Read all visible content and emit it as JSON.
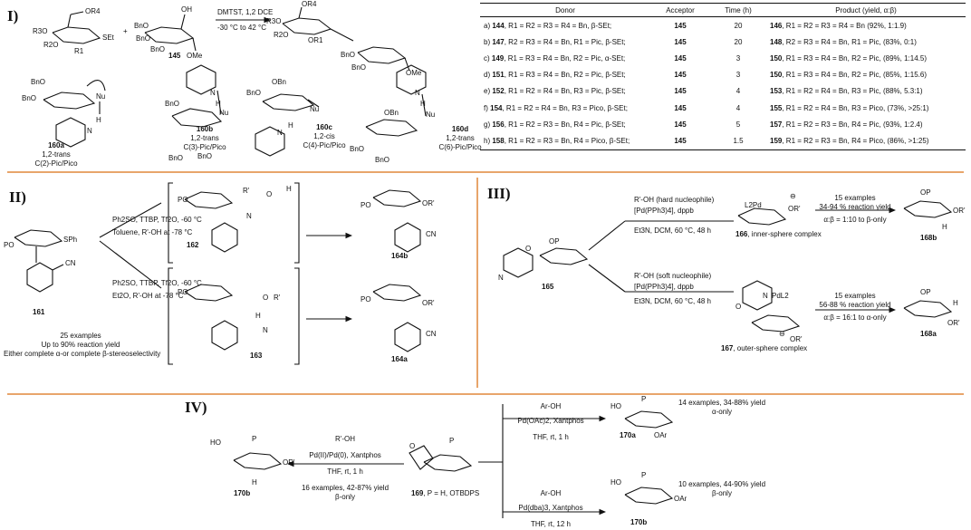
{
  "sections": {
    "s1": "I)",
    "s2": "II)",
    "s3": "III)",
    "s4": "IV)"
  },
  "colors": {
    "separator": "#e8a56b",
    "ink": "#111111"
  },
  "panel1": {
    "donor_labels": {
      "or4": "OR4",
      "r3o": "R3O",
      "r2o": "R2O",
      "r1": "R1",
      "set": "SEt"
    },
    "acceptor_labels": {
      "oh": "OH",
      "bno1": "BnO",
      "bno2": "BnO",
      "bno3": "BnO",
      "ome": "OMe",
      "id": "145"
    },
    "plus": "+",
    "conditions": "DMTST, 1,2 DCE",
    "temperature": "-30 °C to 42 °C",
    "product_labels": {
      "or4": "OR4",
      "r3o": "R3O",
      "r2o": "R2O",
      "or1": "OR1",
      "bno1": "BnO",
      "bno2": "BnO",
      "ome": "OMe"
    },
    "intermediates": [
      {
        "id": "160a",
        "sub1": "1,2-trans",
        "sub2": "C(2)-Pic/Pico"
      },
      {
        "id": "160b",
        "sub1": "1,2-trans",
        "sub2": "C(3)-Pic/Pico"
      },
      {
        "id": "160c",
        "sub1": "1,2-cis",
        "sub2": "C(4)-Pic/Pico"
      },
      {
        "id": "160d",
        "sub1": "1,2-trans",
        "sub2": "C(6)-Pic/Pico"
      }
    ],
    "intermediate_atoms": {
      "bno": "BnO",
      "obn": "OBn",
      "nu": "Nu",
      "h": "H",
      "n": "N"
    }
  },
  "table": {
    "headers": [
      "Donor",
      "Acceptor",
      "Time (h)",
      "Product (yield, α:β)"
    ],
    "rows": [
      {
        "tag": "a)",
        "id": "144",
        "donor": ", R1 = R2 = R3 = R4 = Bn, β-SEt;",
        "acceptor": "145",
        "time": "20",
        "pid": "146",
        "product": ", R1 = R2 = R3 = R4 = Bn (92%, 1:1.9)"
      },
      {
        "tag": "b)",
        "id": "147",
        "donor": ", R2 = R3 = R4 = Bn, R1 = Pic, β-SEt;",
        "acceptor": "145",
        "time": "20",
        "pid": "148",
        "product": ", R2 = R3 = R4 = Bn, R1 = Pic, (83%, 0:1)"
      },
      {
        "tag": "c)",
        "id": "149",
        "donor": ", R1 = R3 = R4 = Bn, R2 = Pic, α-SEt;",
        "acceptor": "145",
        "time": "3",
        "pid": "150",
        "product": ", R1 = R3 = R4 = Bn, R2 = Pic, (89%, 1:14.5)"
      },
      {
        "tag": "d)",
        "id": "151",
        "donor": ", R1 = R3 = R4 = Bn, R2 = Pic, β-SEt;",
        "acceptor": "145",
        "time": "3",
        "pid": "150",
        "product": ", R1 = R3 = R4 = Bn, R2 = Pic, (85%, 1:15.6)"
      },
      {
        "tag": "e)",
        "id": "152",
        "donor": ", R1 = R2 = R4 = Bn, R3 = Pic, β-SEt;",
        "acceptor": "145",
        "time": "4",
        "pid": "153",
        "product": ", R1 = R2 = R4 = Bn, R3 = Pic, (88%, 5.3:1)"
      },
      {
        "tag": "f)",
        "id": "154",
        "donor": ", R1 = R2 = R4 = Bn, R3 = Pico, β-SEt;",
        "acceptor": "145",
        "time": "4",
        "pid": "155",
        "product": ", R1 = R2 = R4 = Bn, R3 = Pico, (73%, >25:1)"
      },
      {
        "tag": "g)",
        "id": "156",
        "donor": ", R1 = R2 = R3 = Bn, R4 = Pic, β-SEt;",
        "acceptor": "145",
        "time": "5",
        "pid": "157",
        "product": ", R1 = R2 = R3 = Bn, R4 = Pic, (93%, 1:2.4)"
      },
      {
        "tag": "h)",
        "id": "158",
        "donor": ", R1 = R2 = R3 = Bn, R4 = Pico, β-SEt;",
        "acceptor": "145",
        "time": "1.5",
        "pid": "159",
        "product": ", R1 = R2 = R3 = Bn, R4 = Pico, (86%, >1:25)"
      }
    ]
  },
  "panel2": {
    "sm_labels": {
      "po": "PO",
      "sph": "SPh",
      "cn": "CN",
      "id": "161"
    },
    "top_reagents": "Ph2SO, TTBP, Tf2O, -60 °C",
    "top_solvent": "Toluene, R'-OH at -78 °C",
    "bottom_reagents": "Ph2SO, TTBP, Tf2O, -60 °C",
    "bottom_solvent": "Et2O, R'-OH at -78 °C",
    "int_top": {
      "id": "162",
      "po": "PO",
      "r": "R'",
      "o": "O",
      "h": "H",
      "n": "N"
    },
    "int_bottom": {
      "id": "163",
      "po": "PO",
      "o": "O",
      "r": "R'",
      "h": "H",
      "n": "N"
    },
    "prod_top": {
      "id": "164b",
      "po": "PO",
      "or": "OR'",
      "cn": "CN"
    },
    "prod_bottom": {
      "id": "164a",
      "po": "PO",
      "or": "OR'",
      "cn": "CN"
    },
    "summary": [
      "25 examples",
      "Up to 90% reaction yield",
      "Either complete α-or complete β-stereoselectivity"
    ]
  },
  "panel3": {
    "sm": {
      "id": "165",
      "op": "OP",
      "o": "O",
      "n": "N"
    },
    "top_line1": "R'-OH (hard nucleophile)",
    "top_line2": "[Pd(PPh3)4], dppb",
    "top_line3": "Et3N, DCM, 60 °C, 48 h",
    "bottom_line1": "R'-OH (soft nucleophile)",
    "bottom_line2": "[Pd(PPh3)4], dppb",
    "bottom_line3": "Et3N, DCM, 60 °C, 48 h",
    "int_top": {
      "id": "166",
      "desc": ", inner-sphere complex",
      "l2pd": "L2Pd",
      "or": "OR'",
      "minus": "⊖"
    },
    "int_bottom": {
      "id": "167",
      "desc": ", outer-sphere complex",
      "pdl2": "PdL2",
      "or": "OR'",
      "minus": "⊖",
      "n": "N",
      "o": "O"
    },
    "top_result": [
      "15 examples",
      "34-94 % reaction yield",
      "α:β = 1:10 to β-only"
    ],
    "bottom_result": [
      "15 examples",
      "56-88 % reaction yield",
      "α:β = 16:1 to α-only"
    ],
    "prod_top": {
      "id": "168b",
      "op": "OP",
      "or": "OR'",
      "h": "H"
    },
    "prod_bottom": {
      "id": "168a",
      "op": "OP",
      "or": "OR'",
      "h": "H"
    }
  },
  "panel4": {
    "sm": {
      "id": "169",
      "desc": ", P = H, OTBDPS",
      "p": "P",
      "o": "O"
    },
    "left_line1": "R'-OH",
    "left_line2": "Pd(II)/Pd(0), Xantphos",
    "left_line3": "THF, rt, 1 h",
    "left_result": [
      "16 examples, 42-87% yield",
      "β-only"
    ],
    "left_prod": {
      "id": "170b",
      "ho": "HO",
      "p": "P",
      "or": "OR'",
      "h": "H"
    },
    "top_line1": "Ar-OH",
    "top_line2": "Pd(OAc)2, Xantphos",
    "top_line3": "THF, rt, 1 h",
    "top_result": [
      "14 examples, 34-88% yield",
      "α-only"
    ],
    "top_prod": {
      "id": "170a",
      "ho": "HO",
      "p": "P",
      "oar": "OAr"
    },
    "bottom_line1": "Ar-OH",
    "bottom_line2": "Pd(dba)3, Xantphos",
    "bottom_line3": "THF, rt, 12 h",
    "bottom_result": [
      "10 examples, 44-90% yield",
      "β-only"
    ],
    "bottom_prod": {
      "id": "170b",
      "ho": "HO",
      "p": "P",
      "oar": "OAr"
    }
  }
}
